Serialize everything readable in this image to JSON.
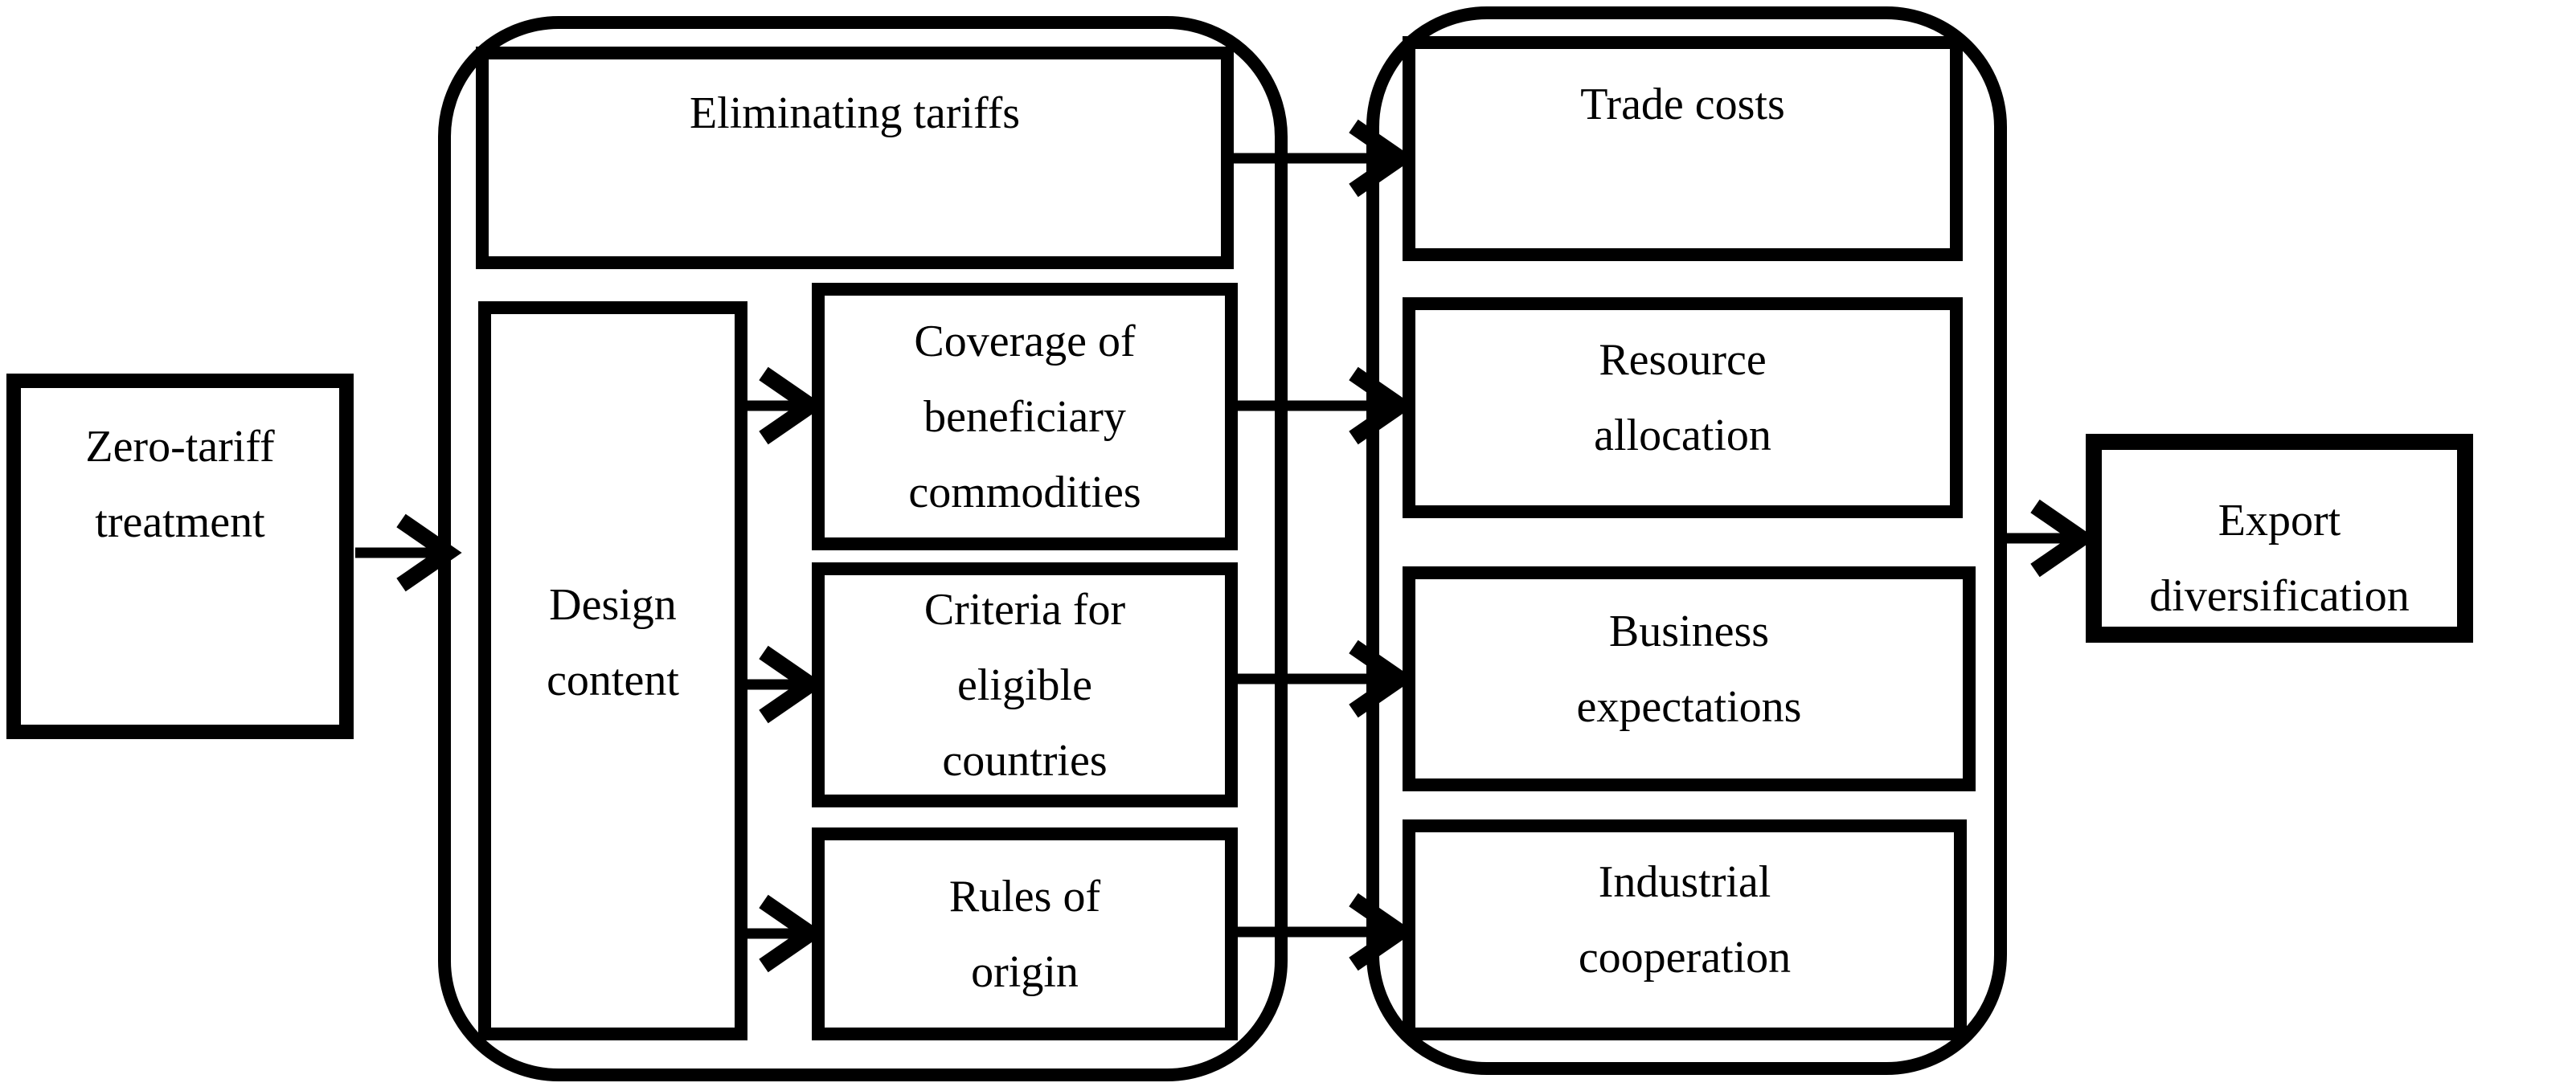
{
  "figure": {
    "background_color": "#ffffff",
    "line_color": "#000000",
    "nodes": {
      "zero_tariff": {
        "label": "Zero-tariff\ntreatment"
      },
      "eliminating": {
        "label": "Eliminating tariffs"
      },
      "design": {
        "label": "Design\ncontent"
      },
      "coverage": {
        "label": "Coverage of\nbeneficiary\ncommodities"
      },
      "criteria": {
        "label": "Criteria for\neligible\ncountries"
      },
      "rules": {
        "label": "Rules of\norigin"
      },
      "trade": {
        "label": "Trade costs"
      },
      "resource": {
        "label": "Resource\nallocation"
      },
      "business": {
        "label": "Business\nexpectations"
      },
      "industrial": {
        "label": "Industrial\ncooperation"
      },
      "export": {
        "label": "Export\ndiversification"
      }
    },
    "edges": [
      {
        "from": "zero_tariff",
        "to": "design_group"
      },
      {
        "from": "eliminating",
        "to": "trade"
      },
      {
        "from": "design",
        "to": "coverage"
      },
      {
        "from": "design",
        "to": "criteria"
      },
      {
        "from": "design",
        "to": "rules"
      },
      {
        "from": "coverage",
        "to": "resource"
      },
      {
        "from": "criteria",
        "to": "business"
      },
      {
        "from": "rules",
        "to": "industrial"
      },
      {
        "from": "effects_group",
        "to": "export"
      }
    ]
  }
}
